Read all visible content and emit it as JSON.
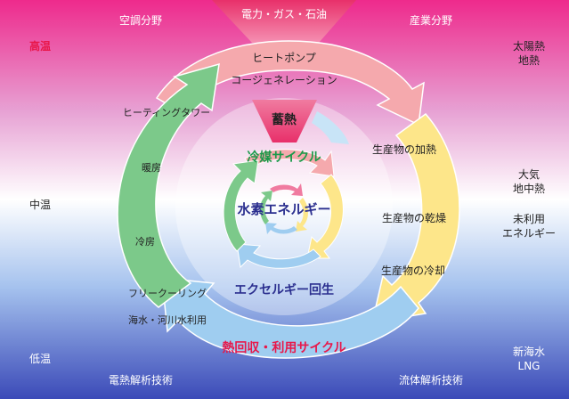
{
  "corners": {
    "top_left": "空調分野",
    "top_right": "産業分野",
    "bottom_left": "電熱解析技術",
    "bottom_right": "流体解析技術"
  },
  "top_source": "電力・ガス・石油",
  "temperature": {
    "high": "高温",
    "mid": "中温",
    "low": "低温"
  },
  "right_sources": {
    "high_1": "太陽熱",
    "high_2": "地熱",
    "mid_1": "大気",
    "mid_2": "地中熱",
    "mid_3": "未利用",
    "mid_4": "エネルギー",
    "low_1": "新海水",
    "low_2": "LNG"
  },
  "top_arc": {
    "line_1": "ヒートポンプ",
    "line_2": "コージェネレーション"
  },
  "left_arc": {
    "item_1": "ヒーティングタワー",
    "item_2": "暖房",
    "item_3": "冷房",
    "item_4": "フリークーリング",
    "item_5": "海水・河川水利用"
  },
  "right_arc": {
    "item_1": "生産物の加熱",
    "item_2": "生産物の乾燥",
    "item_3": "生産物の冷却"
  },
  "bottom_arc": "熱回収・利用サイクル",
  "center": {
    "storage": "蓄熱",
    "refrigerant": "冷媒サイクル",
    "hydrogen": "水素エネルギー",
    "exergy": "エクセルギー回生"
  },
  "colors": {
    "temperature_high": "#e8174a",
    "temperature_low": "#2b2f8f",
    "pink_arc": "#f5a9ad",
    "yellow_arc": "#fde68a",
    "blue_arc": "#9fcdf0",
    "green_arc": "#7cc98a",
    "storage_funnel": "#e8306a",
    "refrigerant_text": "#1a9a4a",
    "hydrogen_text": "#2b2f8f",
    "recovery_text": "#e8174a"
  }
}
